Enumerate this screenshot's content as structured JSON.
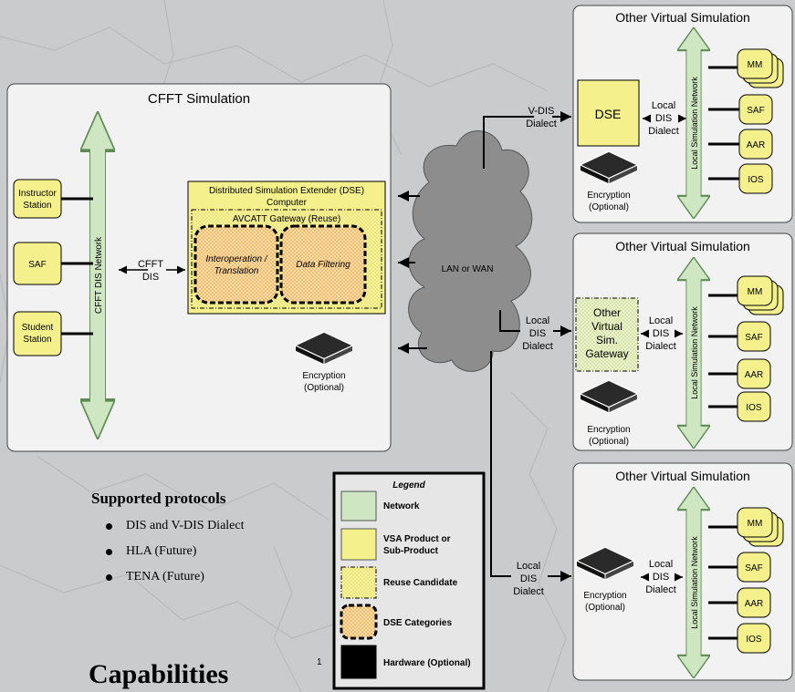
{
  "cfft": {
    "title": "CFFT Simulation",
    "network_label": "CFFT DIS Network",
    "nodes": [
      "Instructor Station",
      "SAF",
      "Student Station"
    ],
    "cfft_dis_label": [
      "CFFT",
      "DIS"
    ],
    "dse": {
      "title": [
        "Distributed Simulation Extender (DSE)",
        "Computer"
      ],
      "gateway_title": "AVCATT Gateway (Reuse)",
      "categories": [
        "Interoperation / Translation",
        "Data Filtering"
      ]
    },
    "encryption": [
      "Encryption",
      "(Optional)"
    ]
  },
  "cloud": {
    "label": "LAN or WAN"
  },
  "link_labels": {
    "top": [
      "V-DIS",
      "Dialect"
    ],
    "middle": [
      "Local",
      "DIS",
      "Dialect"
    ],
    "bottom": [
      "Local",
      "DIS",
      "Dialect"
    ]
  },
  "other_sims": [
    {
      "title": "Other Virtual Simulation",
      "device": "DSE",
      "local_dis": [
        "Local",
        "DIS",
        "Dialect"
      ],
      "network_label": "Local Simulation Network",
      "nodes": [
        "MM",
        "SAF",
        "AAR",
        "IOS"
      ],
      "encryption": [
        "Encryption",
        "(Optional)"
      ]
    },
    {
      "title": "Other Virtual Simulation",
      "device": "Other Virtual Sim. Gateway",
      "device_lines": [
        "Other",
        "Virtual",
        "Sim.",
        "Gateway"
      ],
      "local_dis": [
        "Local",
        "DIS",
        "Dialect"
      ],
      "network_label": "Local Simulation Network",
      "nodes": [
        "MM",
        "SAF",
        "AAR",
        "IOS"
      ],
      "encryption": [
        "Encryption",
        "(Optional)"
      ]
    },
    {
      "title": "Other Virtual Simulation",
      "local_dis": [
        "Local",
        "DIS",
        "Dialect"
      ],
      "network_label": "Local Simulation Network",
      "nodes": [
        "MM",
        "SAF",
        "AAR",
        "IOS"
      ],
      "encryption": [
        "Encryption",
        "(Optional)"
      ]
    }
  ],
  "legend": {
    "title": "Legend",
    "items": [
      {
        "label": "Network",
        "swatch": "network"
      },
      {
        "label": "VSA Product or Sub-Product",
        "swatch": "vsa"
      },
      {
        "label": "Reuse Candidate",
        "swatch": "reuse"
      },
      {
        "label": "DSE Categories",
        "swatch": "dse"
      },
      {
        "label": "Hardware (Optional)",
        "swatch": "hardware"
      }
    ],
    "vsa_lines": [
      "VSA Product or",
      "Sub-Product"
    ]
  },
  "protocols": {
    "heading": "Supported protocols",
    "items": [
      "DIS  and V-DIS Dialect",
      "HLA (Future)",
      "TENA (Future)"
    ]
  },
  "footer": {
    "capabilities": "Capabilities",
    "slide_number": "1"
  },
  "colors": {
    "network": "#cfe6c2",
    "yellow": "#f4f08c",
    "orange": "#f7c77c",
    "panel": "#f2f2f2",
    "cloud": "#8a8a8a"
  }
}
